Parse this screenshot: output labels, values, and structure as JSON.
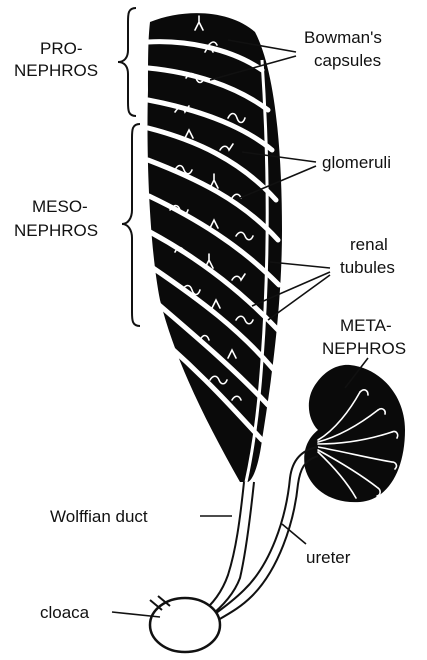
{
  "labels": {
    "pronephros_line1": "PRO-",
    "pronephros_line2": "NEPHROS",
    "mesonephros_line1": "MESO-",
    "mesonephros_line2": "NEPHROS",
    "metanephros_line1": "META-",
    "metanephros_line2": "NEPHROS",
    "bowmans_line1": "Bowman's",
    "bowmans_line2": "capsules",
    "glomeruli": "glomeruli",
    "renal_line1": "renal",
    "renal_line2": "tubules",
    "wolffian_duct": "Wolffian duct",
    "ureter": "ureter",
    "cloaca": "cloaca"
  }
}
